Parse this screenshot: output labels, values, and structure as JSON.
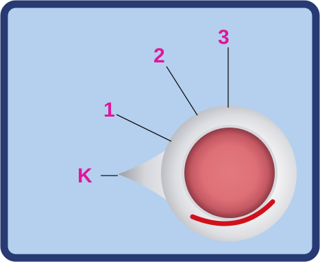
{
  "diagram": {
    "labels": {
      "k": "K",
      "one": "1",
      "two": "2",
      "three": "3"
    },
    "colors": {
      "frame_border": "#273a73",
      "background": "#b4d0ee",
      "label": "#e0169a",
      "leader_line": "#111111",
      "inner_circle": "#e07078",
      "marker_arc": "#d1101b"
    }
  }
}
